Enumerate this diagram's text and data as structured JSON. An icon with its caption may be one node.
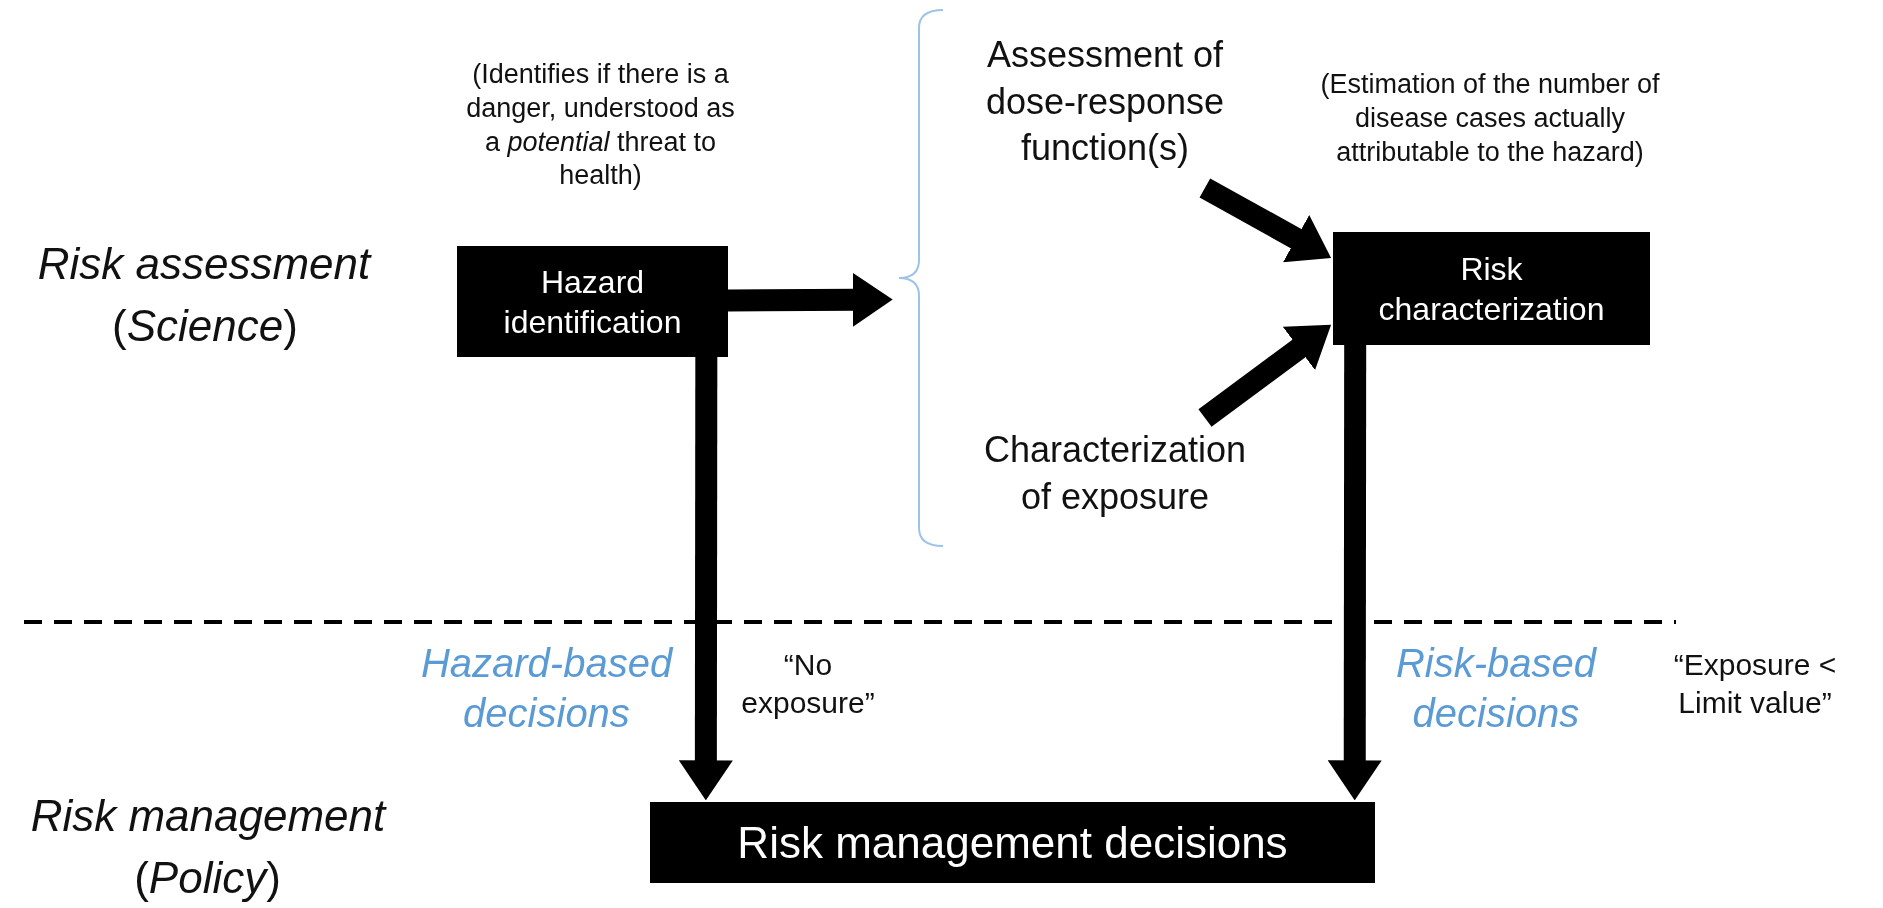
{
  "diagram": {
    "nodes": [
      {
        "text": [
          "Hazard identification"
        ],
        "beside": [
          "(Identifies if there is a danger, understood as a *potential* threat to health)"
        ]
      },
      {
        "text": [],
        "shape": "bracket"
      },
      {
        "text": [
          "Assessment of dose-response function(s)"
        ],
        "in": 1
      },
      {
        "text": [
          "Characterization of exposure"
        ],
        "in": 1
      },
      {
        "text": [
          "Risk characterization"
        ],
        "beside": [
          "(Estimation of the number of disease cases actually attributable to the hazard)"
        ]
      },
      {
        "text": [
          "Risk management decisions"
        ]
      }
    ],
    "edges": [
      {
        "from": 0,
        "to": 1,
        "arrow": "to"
      },
      {
        "from": 2,
        "to": 4,
        "arrow": "to"
      },
      {
        "from": 3,
        "to": 4,
        "arrow": "to"
      },
      {
        "from": 0,
        "to": 5,
        "arrow": "to"
      },
      {
        "from": 4,
        "to": 5,
        "arrow": "to"
      }
    ],
    "labels": [
      "Risk assessment",
      "(*Science*)",
      "Hazard-based decisions",
      "“No exposure”",
      "Risk-based decisions",
      "“Exposure < Limit value”",
      "Risk management",
      "(*Policy*)"
    ]
  }
}
